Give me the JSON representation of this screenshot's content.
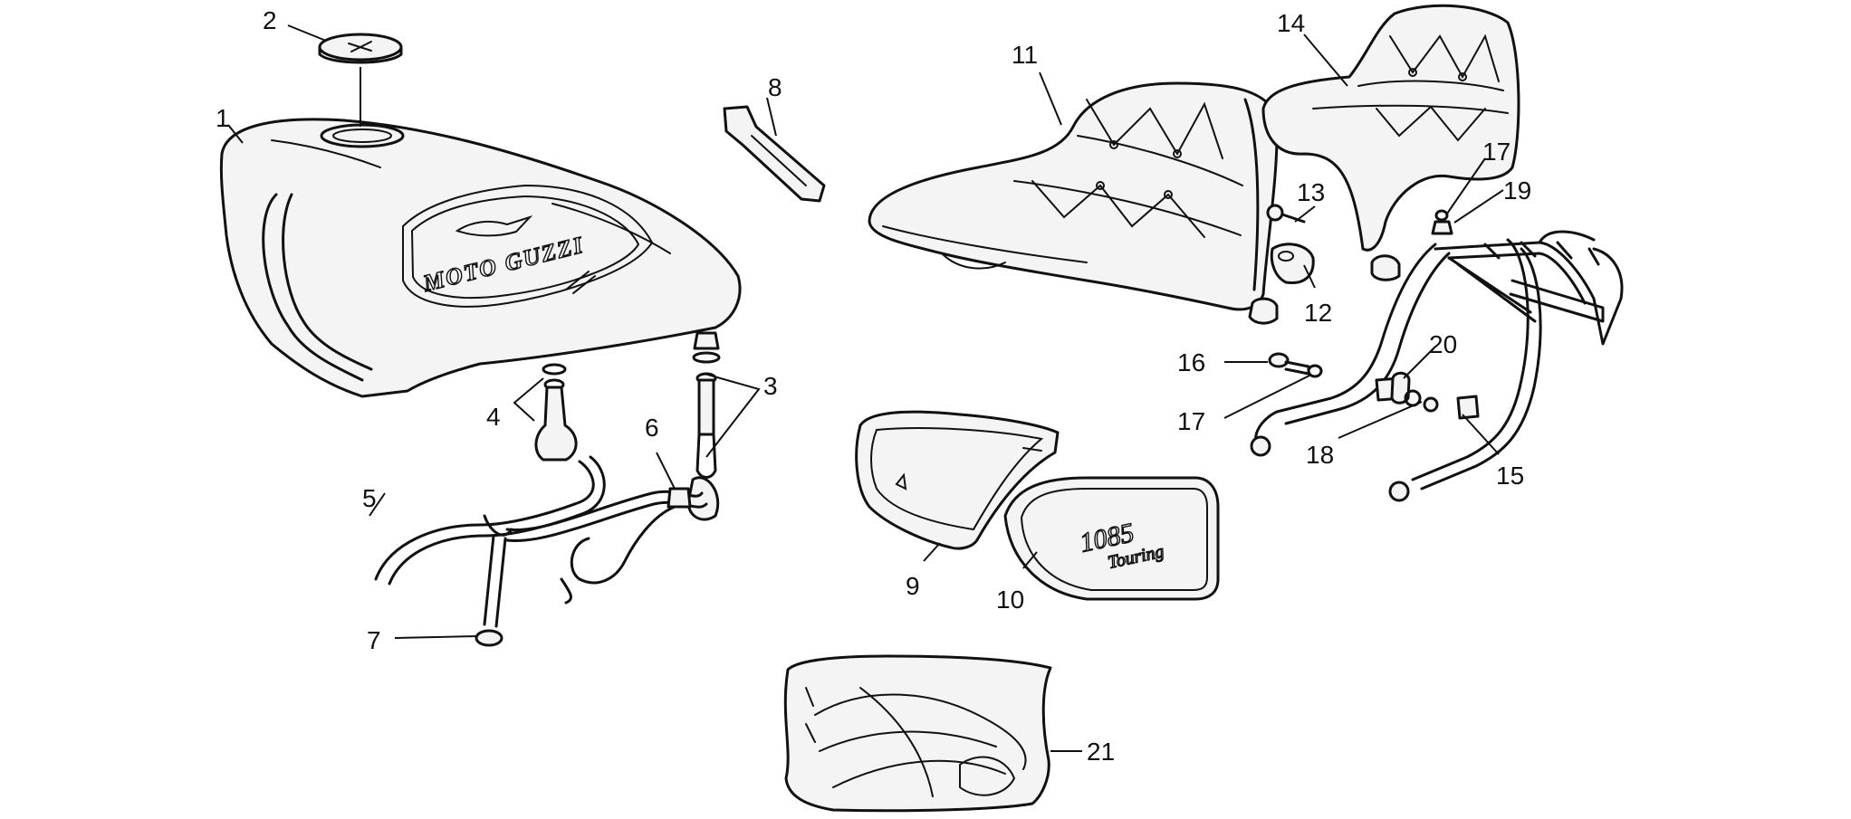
{
  "diagram": {
    "tank_brand": "MOTO GUZZI",
    "side_cover_badge_top": "1085",
    "side_cover_badge_bottom": "Touring",
    "callouts": [
      "1",
      "2",
      "3",
      "4",
      "5",
      "6",
      "7",
      "8",
      "9",
      "10",
      "11",
      "12",
      "13",
      "14",
      "15",
      "16",
      "17",
      "17",
      "18",
      "19",
      "20",
      "21"
    ]
  }
}
